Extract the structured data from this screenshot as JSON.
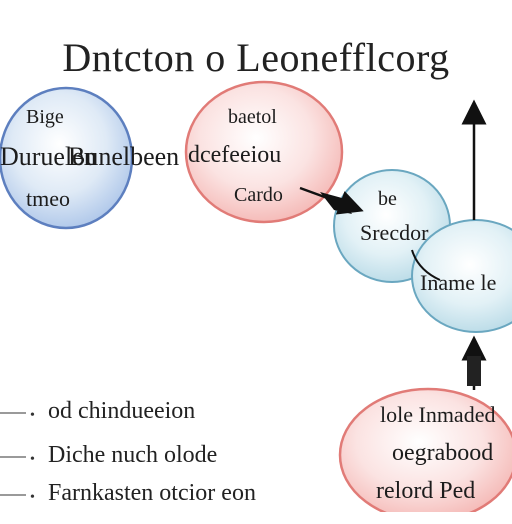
{
  "diagram": {
    "title": "Dntcton o Leonefflcorg",
    "nodes": [
      {
        "id": "blue-left",
        "color": "#7da7d9",
        "lines": [
          "Bige",
          "Duruelen",
          "Bunelbeen",
          "tmeo"
        ]
      },
      {
        "id": "red-center",
        "color": "#ee9b98",
        "lines": [
          "baetol",
          "dcefeeiou",
          "Cardo"
        ]
      },
      {
        "id": "teal-small",
        "color": "#a8d5e2",
        "lines": [
          "be",
          "Srecdor"
        ]
      },
      {
        "id": "teal-large",
        "color": "#a8d5e2",
        "lines": [
          "Iname le"
        ]
      },
      {
        "id": "red-bottom",
        "color": "#ee9b98",
        "lines": [
          "lole Inmaded",
          "oegrabood",
          "relord Ped"
        ]
      }
    ],
    "arrows": [
      {
        "from": "red-center",
        "to": "teal-small"
      },
      {
        "from": "teal-large",
        "to": "top",
        "direction": "up"
      },
      {
        "from": "red-bottom",
        "to": "teal-large",
        "direction": "up"
      }
    ],
    "legend": [
      {
        "marker": "•",
        "text": "od chindueeion"
      },
      {
        "marker": "•",
        "text": "Diche nuch olode"
      },
      {
        "marker": "•",
        "text": "Farnkasten otcior eon"
      }
    ]
  }
}
